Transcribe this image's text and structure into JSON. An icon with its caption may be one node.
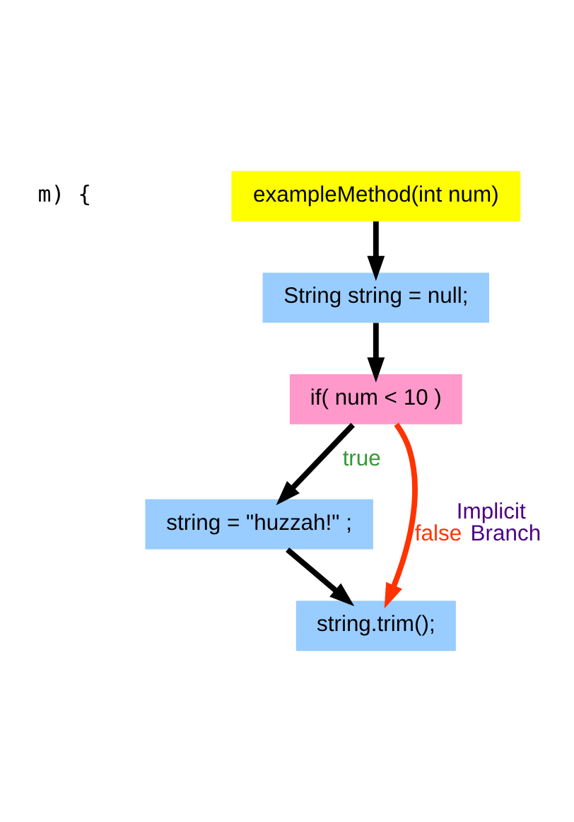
{
  "diagram": {
    "nodes": [
      {
        "text": [
          "exampleMethod(int num)"
        ]
      },
      {
        "text": [
          "String string = null;"
        ]
      },
      {
        "text": [
          "if( num < 10 )"
        ]
      },
      {
        "text": [
          "string = \"huzzah!\" ;"
        ]
      },
      {
        "text": [
          "string.trim();"
        ]
      }
    ],
    "edges": [
      {
        "from": 0,
        "to": 1,
        "arrow": "to"
      },
      {
        "from": 1,
        "to": 2,
        "arrow": "to"
      },
      {
        "from": 2,
        "to": 3,
        "arrow": "to",
        "label": "true"
      },
      {
        "from": 3,
        "to": 4,
        "arrow": "to"
      },
      {
        "from": 2,
        "to": 4,
        "arrow": "to",
        "color": "#ff3300",
        "label": "Implicit false Branch"
      }
    ],
    "labels": [
      "m) {"
    ]
  }
}
